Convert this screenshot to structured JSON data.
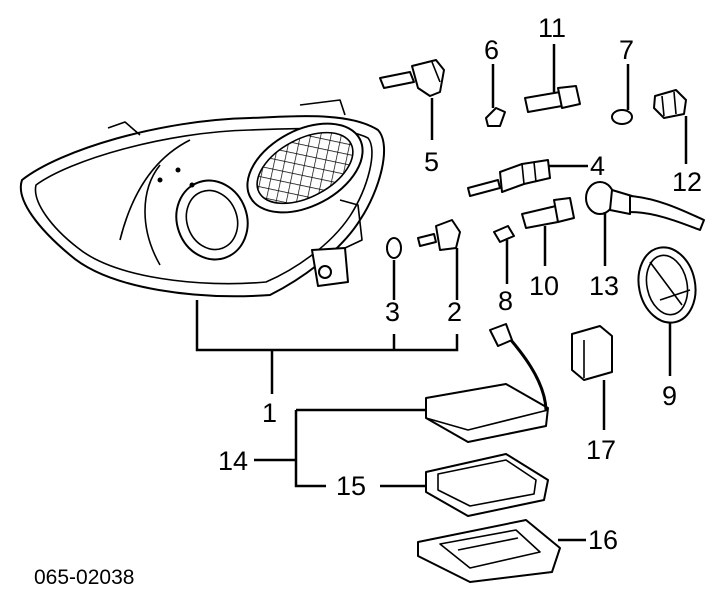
{
  "diagram": {
    "code": "065-02038",
    "callouts": [
      {
        "id": "1",
        "text": "1"
      },
      {
        "id": "2",
        "text": "2"
      },
      {
        "id": "3",
        "text": "3"
      },
      {
        "id": "4",
        "text": "4"
      },
      {
        "id": "5",
        "text": "5"
      },
      {
        "id": "6",
        "text": "6"
      },
      {
        "id": "7",
        "text": "7"
      },
      {
        "id": "8",
        "text": "8"
      },
      {
        "id": "9",
        "text": "9"
      },
      {
        "id": "10",
        "text": "10"
      },
      {
        "id": "11",
        "text": "11"
      },
      {
        "id": "12",
        "text": "12"
      },
      {
        "id": "13",
        "text": "13"
      },
      {
        "id": "14",
        "text": "14"
      },
      {
        "id": "15",
        "text": "15"
      },
      {
        "id": "16",
        "text": "16"
      },
      {
        "id": "17",
        "text": "17"
      }
    ]
  }
}
